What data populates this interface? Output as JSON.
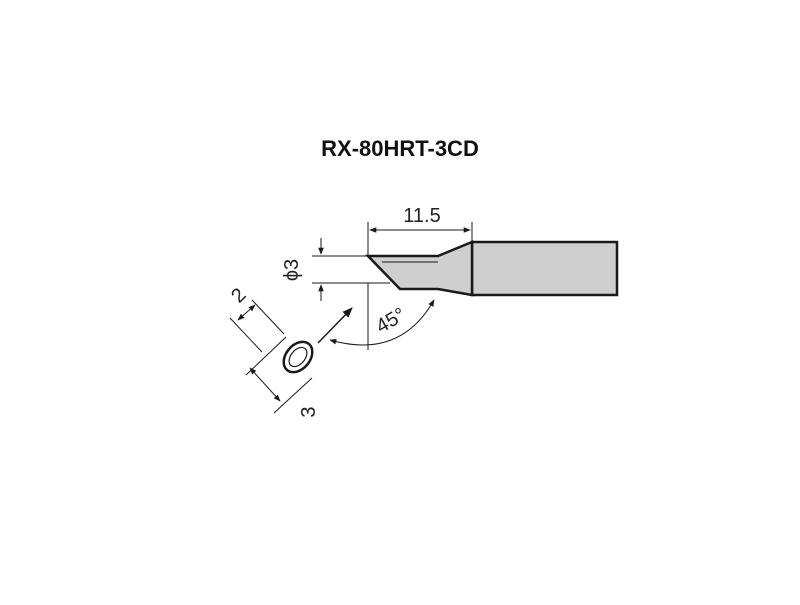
{
  "title": "RX-80HRT-3CD",
  "dimensions": {
    "length": "11.5",
    "diameter": "ϕ3",
    "angle": "45°",
    "face_width": "2",
    "face_length": "3"
  },
  "colors": {
    "line": "#1a1a1a",
    "shank_fill": "#cfcfcf"
  }
}
